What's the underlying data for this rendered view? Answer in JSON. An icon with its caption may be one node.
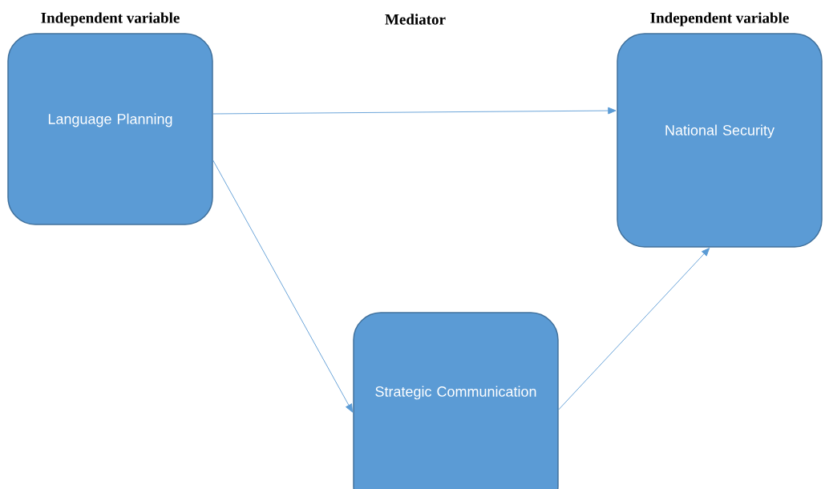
{
  "diagram": {
    "nodes": [
      {
        "text": [
          "Independent variable",
          "Language Planning"
        ]
      },
      {
        "text": [
          "Independent variable",
          "National Security"
        ]
      },
      {
        "text": [
          "Strategic Communication"
        ]
      }
    ],
    "edges": [
      {
        "from": 0,
        "to": 1,
        "arrow": "to"
      },
      {
        "from": 0,
        "to": 2,
        "arrow": "to"
      },
      {
        "from": 2,
        "to": 1,
        "arrow": "to"
      }
    ],
    "labels": [
      "Mediator"
    ]
  }
}
